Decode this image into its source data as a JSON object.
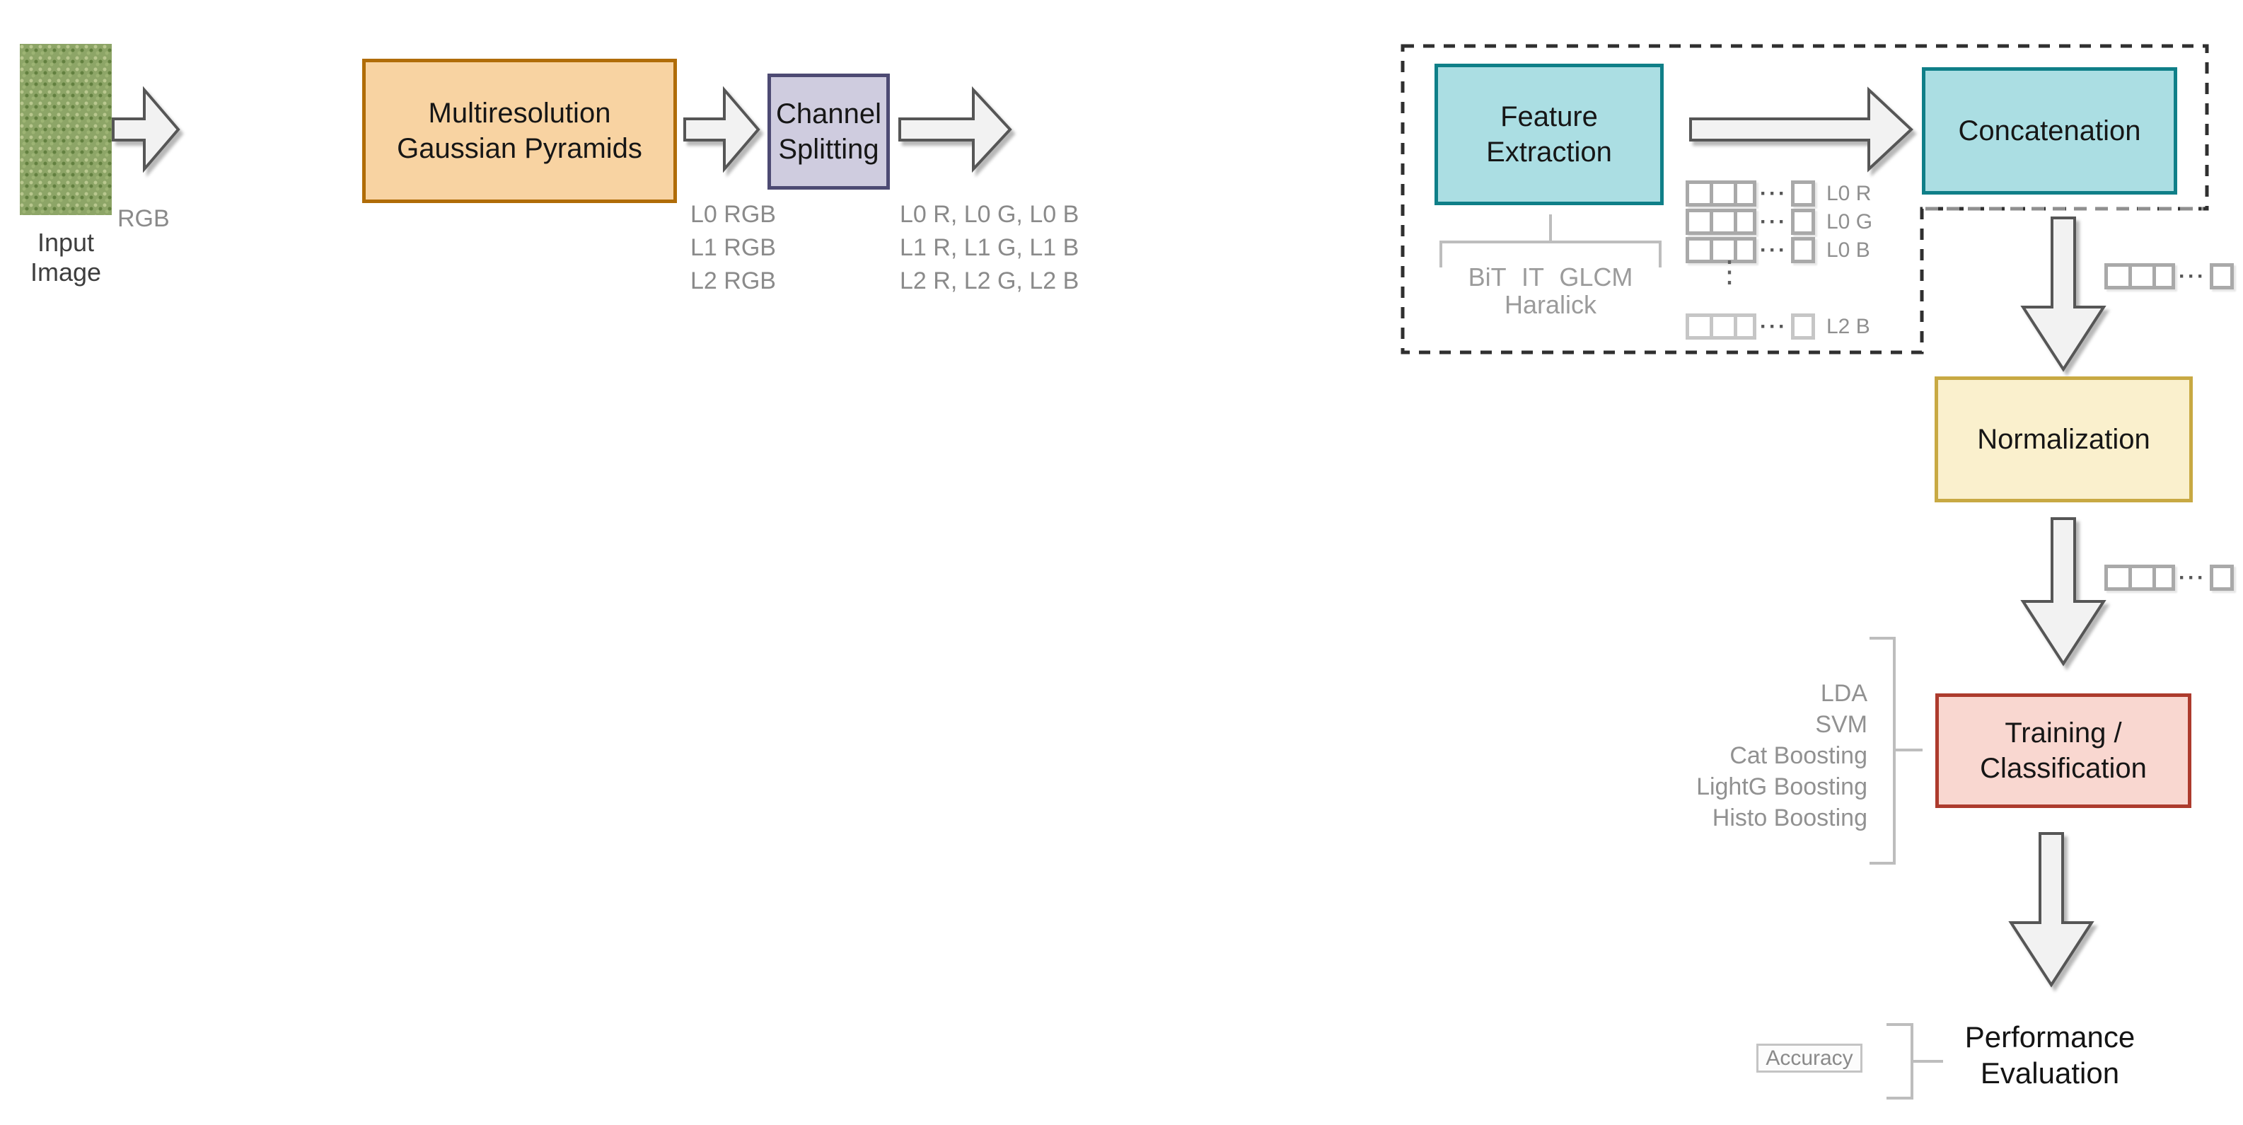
{
  "nodes": {
    "input_caption": "Input Image",
    "rgb_label": "RGB",
    "pyramids": "Multiresolution\nGaussian Pyramids",
    "pyramids_out": "L0 RGB\nL1 RGB\nL2 RGB",
    "channel": "Channel\nSplitting",
    "channel_out": "L0 R, L0 G, L0 B\nL1 R, L1 G, L1 B\nL2 R, L2 G, L2 B",
    "feature": "Feature\nExtraction",
    "feature_methods_line1": "BiT  IT  GLCM",
    "feature_methods_line2": "Haralick",
    "concatenation": "Concatenation",
    "normalization": "Normalization",
    "training": "Training /\nClassification",
    "performance": "Performance\nEvaluation",
    "accuracy": "Accuracy"
  },
  "classifiers": [
    "LDA",
    "SVM",
    "Cat Boosting",
    "LightG Boosting",
    "Histo Boosting"
  ],
  "fe_vectors": {
    "rows": [
      {
        "label": "L0 R"
      },
      {
        "label": "L0 G"
      },
      {
        "label": "L0 B"
      },
      {
        "label": "L2 B"
      }
    ],
    "ellipsis_horizontal": "···",
    "ellipsis_vertical": "⋮"
  },
  "colors": {
    "pyramids_fill": "#f8d3a2",
    "pyramids_stroke": "#b06c08",
    "channel_fill": "#cfccdf",
    "channel_stroke": "#4d4a73",
    "teal_fill": "#abdee3",
    "teal_stroke": "#0f7f88",
    "normalization_fill": "#faf0cd",
    "normalization_stroke": "#c8a943",
    "training_fill": "#f9d7d0",
    "training_stroke": "#ad3b2d",
    "arrow_fill": "#f2f2f2",
    "arrow_stroke": "#565656",
    "dashed_border": "#2f2f2f",
    "bracket_gray": "#bdbdbd",
    "label_gray": "#8a8a8a"
  }
}
